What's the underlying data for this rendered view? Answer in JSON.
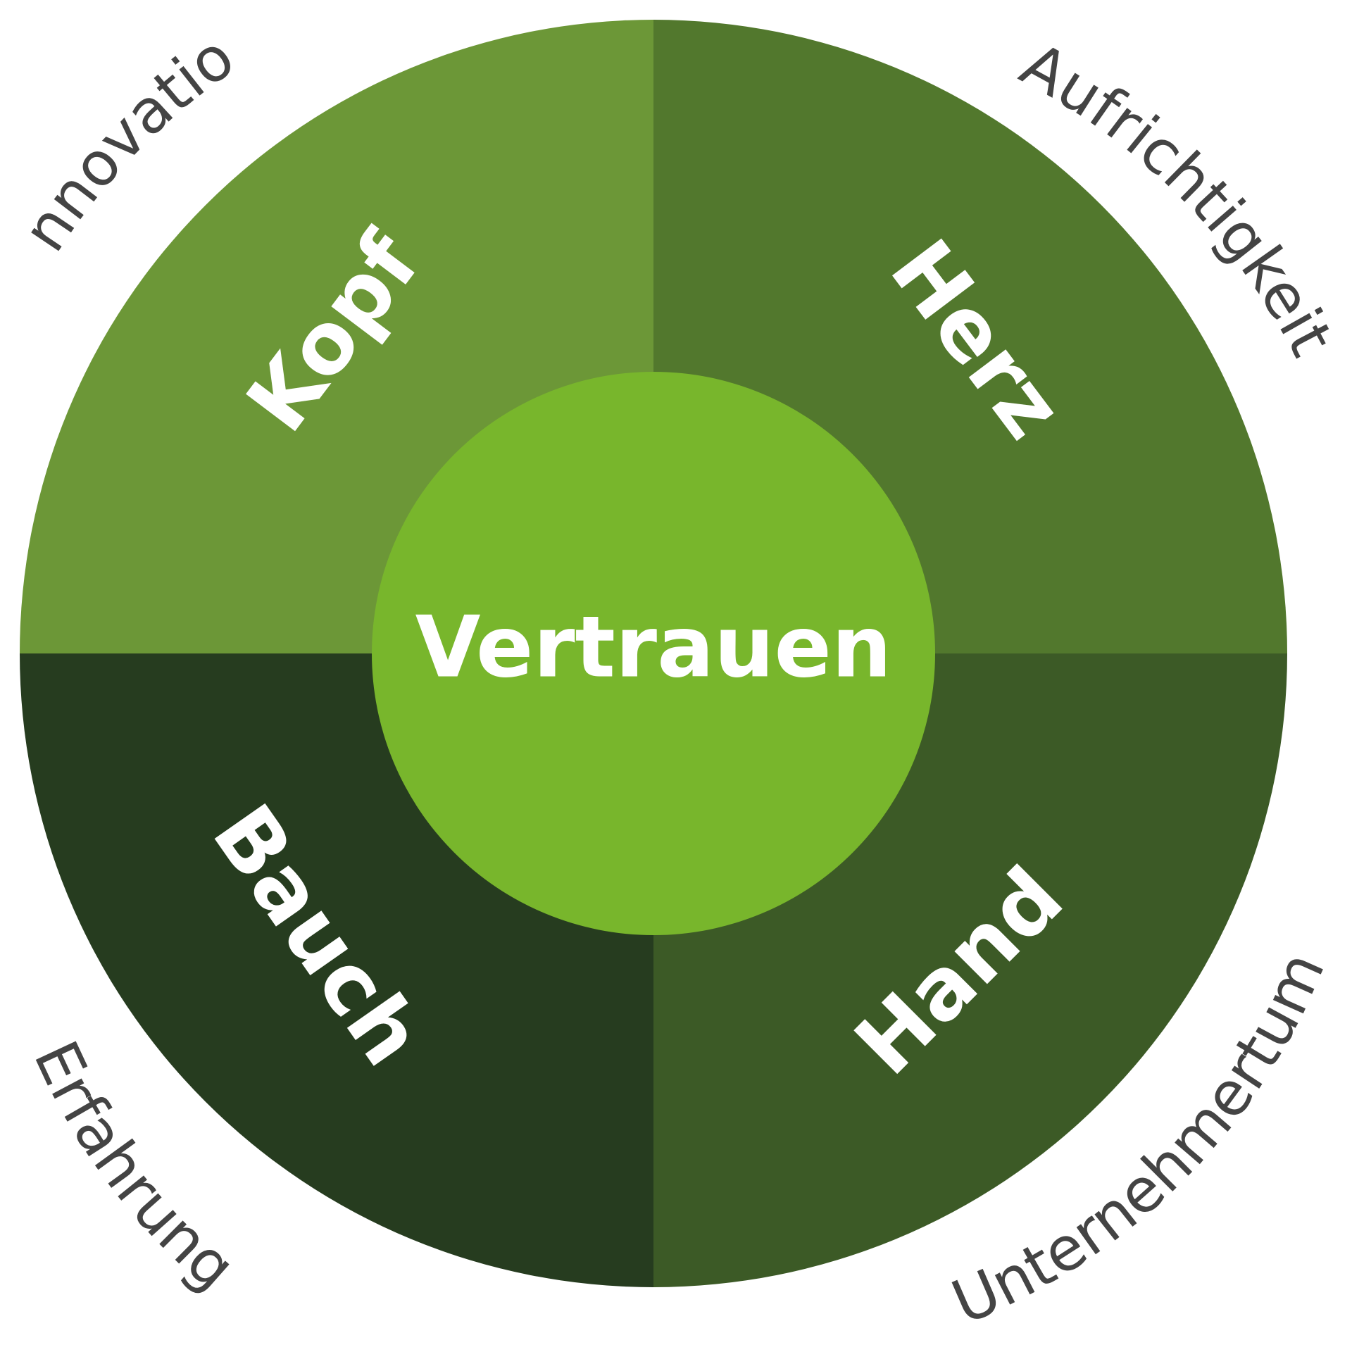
{
  "center": {
    "label": "Vertrauen",
    "color": "#78b62c"
  },
  "quadrants": [
    {
      "id": "kopf",
      "label": "Kopf",
      "color": "#6c9737",
      "position": "top-left"
    },
    {
      "id": "herz",
      "label": "Herz",
      "color": "#52782d",
      "position": "top-right"
    },
    {
      "id": "hand",
      "label": "Hand",
      "color": "#3c5a26",
      "position": "bottom-right"
    },
    {
      "id": "bauch",
      "label": "Bauch",
      "color": "#263c1f",
      "position": "bottom-left"
    }
  ],
  "values": [
    {
      "id": "innovation",
      "label": "Innovation",
      "position": "top-left"
    },
    {
      "id": "aufrichtigkeit",
      "label": "Aufrichtigkeit",
      "position": "top-right"
    },
    {
      "id": "unternehmertum",
      "label": "Unternehmertum",
      "position": "bottom-right"
    },
    {
      "id": "erfahrung",
      "label": "Erfahrung",
      "position": "bottom-left"
    }
  ],
  "colors": {
    "outer_text": "#444444",
    "inner_text": "#ffffff",
    "background": "#ffffff"
  }
}
